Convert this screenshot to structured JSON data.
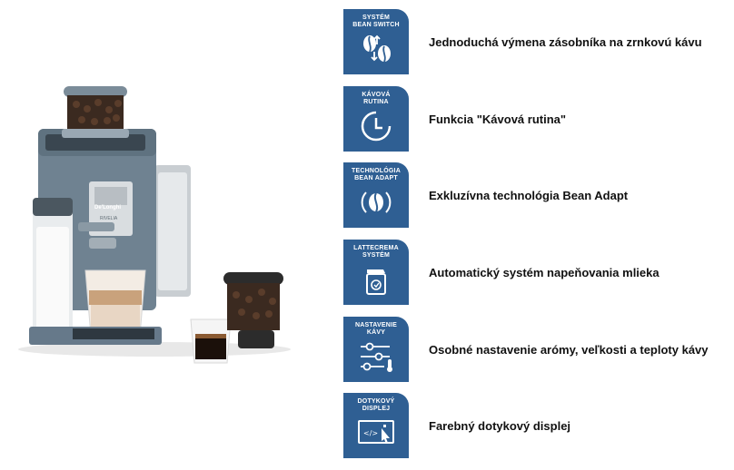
{
  "colors": {
    "badge_bg": "#2f5f93",
    "text": "#111111",
    "machine_body": "#6f8291"
  },
  "product_image": {
    "brand_logo": "De'Longhi",
    "model_label": "RIVELIA"
  },
  "features": [
    {
      "badge": "SYSTÉM\nBEAN SWITCH",
      "icon": "bean-switch-icon",
      "text": "Jednoduchá výmena zásobníka na zrnkovú kávu"
    },
    {
      "badge": "KÁVOVÁ\nRUTINA",
      "icon": "clock-icon",
      "text": "Funkcia \"Kávová rutina\""
    },
    {
      "badge": "TECHNOLÓGIA\nBEAN ADAPT",
      "icon": "bean-adapt-icon",
      "text": "Exkluzívna technológia Bean Adapt"
    },
    {
      "badge": "LATTECREMA\nSYSTÉM",
      "icon": "milk-carafe-icon",
      "text": "Automatický systém napeňovania mlieka"
    },
    {
      "badge": "NASTAVENIE\nKÁVY",
      "icon": "sliders-icon",
      "text": "Osobné nastavenie arómy, veľkosti a teploty kávy"
    },
    {
      "badge": "DOTYKOVÝ\nDISPLEJ",
      "icon": "touch-display-icon",
      "text": "Farebný dotykový displej"
    }
  ]
}
